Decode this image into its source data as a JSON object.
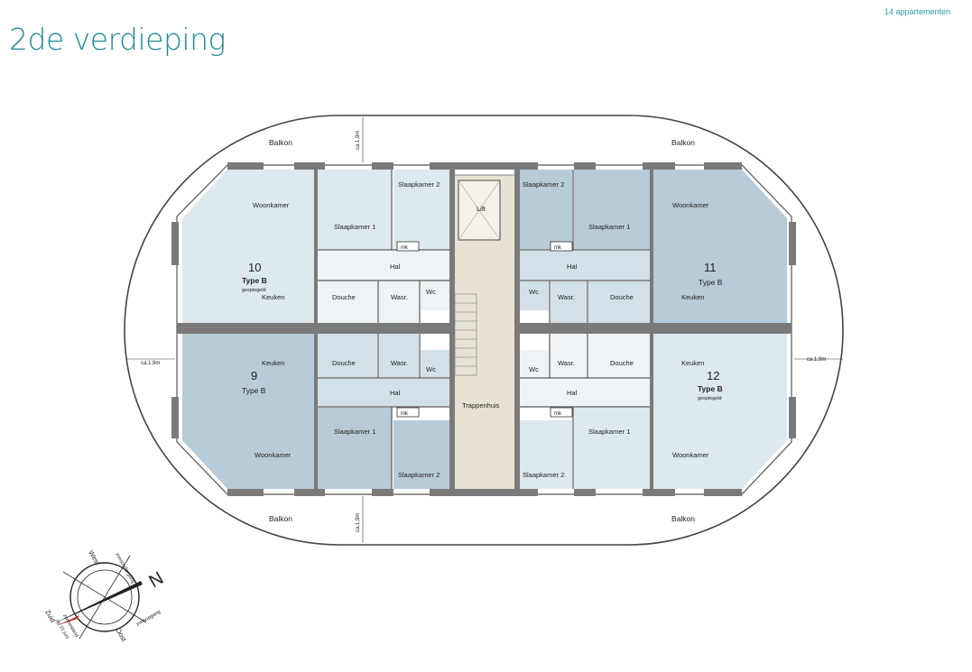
{
  "header": {
    "title": "2de verdieping",
    "count": "14 appartementen"
  },
  "balconies": {
    "label": "Balkon",
    "dim_label": "ca.1,9m"
  },
  "apartments": [
    {
      "number": "10",
      "type": "Type B",
      "note": "gespiegeld"
    },
    {
      "number": "11",
      "type": "Type B",
      "note": ""
    },
    {
      "number": "9",
      "type": "Type B",
      "note": ""
    },
    {
      "number": "12",
      "type": "Type B",
      "note": "gespiegeld"
    }
  ],
  "rooms": {
    "woonkamer": "Woonkamer",
    "slaapkamer1": "Slaapkamer 1",
    "slaapkamer2": "Slaapkamer 2",
    "keuken": "Keuken",
    "douche": "Douche",
    "wasr": "Wasr.",
    "wc": "Wc",
    "hal": "Hal",
    "mk": "mk",
    "lift": "Lift",
    "trappenhuis": "Trappenhuis"
  },
  "compass": {
    "north": "N",
    "west": "West",
    "zuid": "Zuid",
    "oost": "Oost",
    "zonsondergang": "zonsondergang",
    "zonsopgang": "zonsopgang",
    "zonnestand": "zonnestand",
    "datum": "op 21 juni"
  },
  "colors": {
    "room_dark": "#b7cbd8",
    "room_light": "#dde8ef",
    "core": "#e7e2d3",
    "wall": "#7a7a7a",
    "title": "#1f8a9a"
  }
}
